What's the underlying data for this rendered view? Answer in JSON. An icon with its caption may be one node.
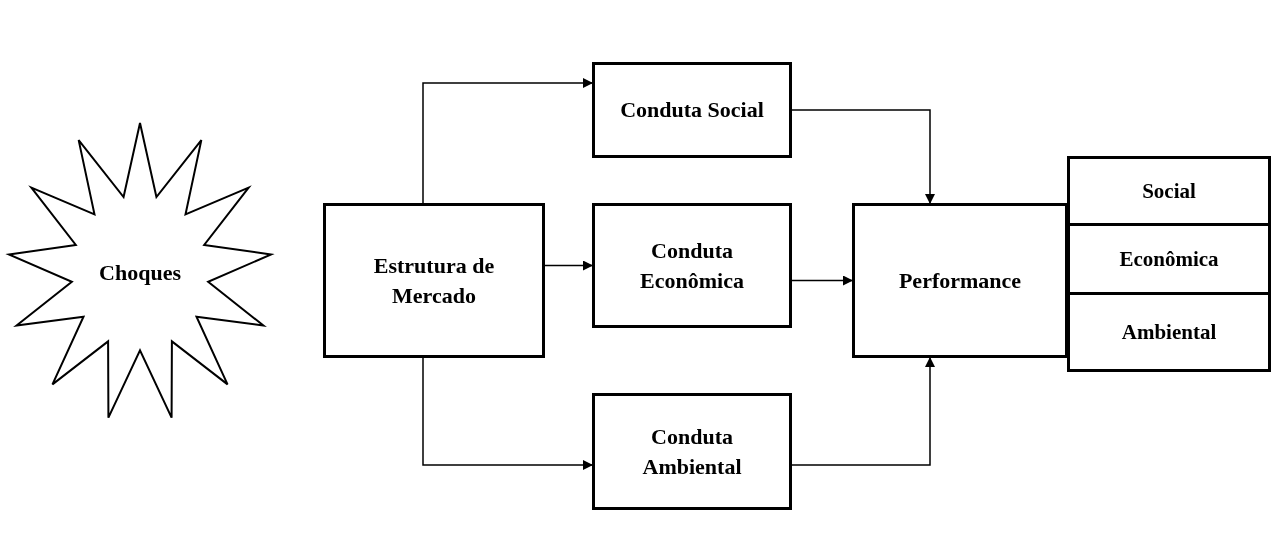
{
  "diagram": {
    "nodes": [
      {
        "text": [
          "Choques"
        ]
      },
      {
        "text": [
          "Estrutura de Mercado"
        ]
      },
      {
        "text": [
          "Conduta Social"
        ]
      },
      {
        "text": [
          "Conduta Econômica"
        ]
      },
      {
        "text": [
          "Conduta Ambiental"
        ]
      },
      {
        "text": [
          "Performance"
        ]
      },
      {
        "text": [
          "Social"
        ]
      },
      {
        "text": [
          "Econômica"
        ]
      },
      {
        "text": [
          "Ambiental"
        ]
      }
    ],
    "edges": [
      {
        "from": 1,
        "to": 2,
        "arrow": "to"
      },
      {
        "from": 1,
        "to": 3,
        "arrow": "to"
      },
      {
        "from": 1,
        "to": 4,
        "arrow": "to"
      },
      {
        "from": 2,
        "to": 5,
        "arrow": "to"
      },
      {
        "from": 3,
        "to": 5,
        "arrow": "to"
      },
      {
        "from": 4,
        "to": 5,
        "arrow": "to"
      }
    ]
  }
}
